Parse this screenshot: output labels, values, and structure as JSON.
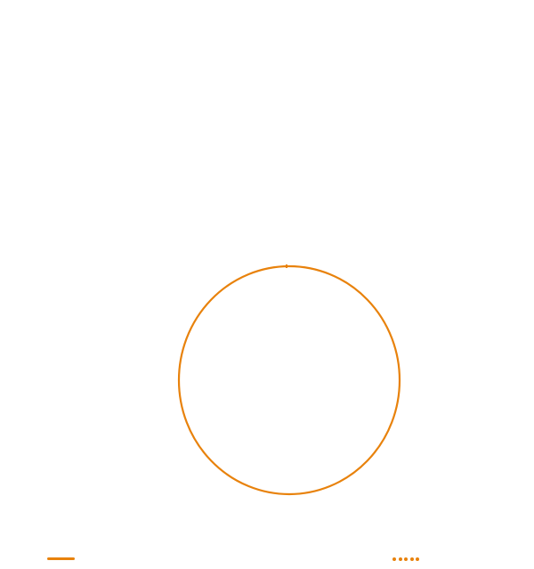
{
  "colors": {
    "background": "#ffffff",
    "accent": "#e8820c"
  },
  "shapes": {
    "main_shape": "circle-outline",
    "bottom_left_indicator": "solid-line",
    "bottom_right_indicator": "dotted-line",
    "dot_count": 5
  }
}
